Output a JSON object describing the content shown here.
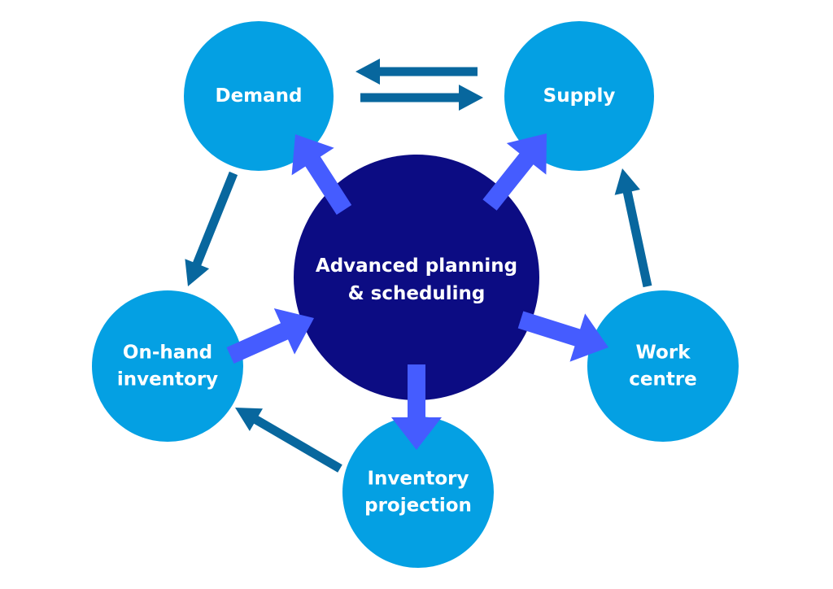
{
  "diagram": {
    "title": "Advanced planning & scheduling",
    "colors": {
      "hub": "#0c0c83",
      "satellite": "#04a0e3",
      "hub_arrow": "#455cff",
      "cycle_arrow": "#08679e",
      "label_text": "#ffffff"
    },
    "hub": {
      "id": "aps",
      "lines": [
        "Advanced planning",
        "& scheduling"
      ]
    },
    "nodes": [
      {
        "id": "demand",
        "lines": [
          "Demand"
        ]
      },
      {
        "id": "supply",
        "lines": [
          "Supply"
        ]
      },
      {
        "id": "work-centre",
        "lines": [
          "Work",
          "centre"
        ]
      },
      {
        "id": "inventory-projection",
        "lines": [
          "Inventory",
          "projection"
        ]
      },
      {
        "id": "on-hand-inventory",
        "lines": [
          "On-hand",
          "inventory"
        ]
      }
    ],
    "hub_arrows": [
      {
        "from": "aps",
        "to": "demand"
      },
      {
        "from": "aps",
        "to": "supply"
      },
      {
        "from": "aps",
        "to": "work-centre"
      },
      {
        "from": "aps",
        "to": "inventory-projection"
      },
      {
        "from": "on-hand-inventory",
        "to": "aps"
      }
    ],
    "cycle_arrows": [
      {
        "from": "supply",
        "to": "demand"
      },
      {
        "from": "demand",
        "to": "supply"
      },
      {
        "from": "demand",
        "to": "on-hand-inventory"
      },
      {
        "from": "inventory-projection",
        "to": "on-hand-inventory"
      },
      {
        "from": "work-centre",
        "to": "supply"
      }
    ]
  }
}
